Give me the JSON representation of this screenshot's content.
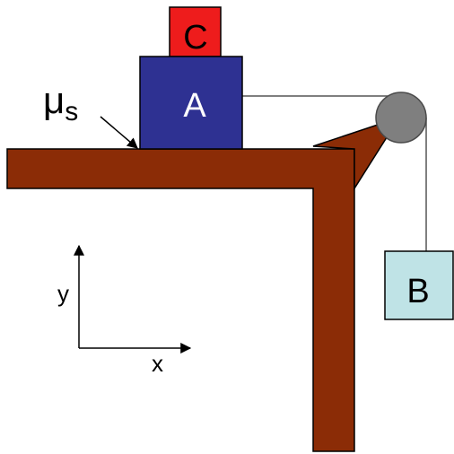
{
  "blocks": {
    "a": {
      "label": "A"
    },
    "b": {
      "label": "B"
    },
    "c": {
      "label": "C"
    }
  },
  "friction_label": {
    "symbol": "μ",
    "subscript": "s"
  },
  "axes": {
    "x_label": "x",
    "y_label": "y"
  },
  "colors": {
    "table": "#8B2C06",
    "block_a": "#2E3192",
    "block_b": "#BFE3E6",
    "block_c": "#EE1C1C",
    "pulley": "#7F7F7F",
    "rope": "#555555",
    "outline": "#000000",
    "text_dark": "#000000",
    "text_light": "#FFFFFF"
  },
  "icons": {
    "pulley": "pulley-icon",
    "friction_pointer": "arrow-icon"
  }
}
